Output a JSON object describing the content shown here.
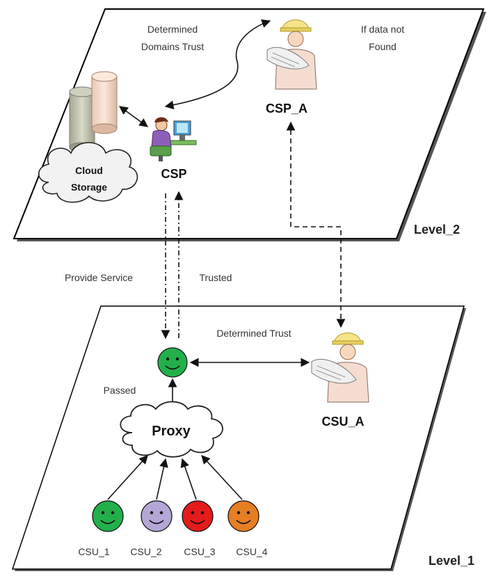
{
  "level2": {
    "label": "Level_2",
    "note_domains_trust": [
      "Determined",
      "Domains Trust"
    ],
    "note_if_not_found": [
      "If data not",
      "Found"
    ],
    "cloud_storage": [
      "Cloud",
      "Storage"
    ],
    "csp": "CSP",
    "csp_a": "CSP_A"
  },
  "between": {
    "provide_service": "Provide Service",
    "trusted": "Trusted"
  },
  "level1": {
    "label": "Level_1",
    "determined_trust": "Determined Trust",
    "passed": "Passed",
    "proxy": "Proxy",
    "csu_a": "CSU_A",
    "users": [
      {
        "label": "CSU_1",
        "color": "#22b04b"
      },
      {
        "label": "CSU_2",
        "color": "#b4a7d6"
      },
      {
        "label": "CSU_3",
        "color": "#e31b1b"
      },
      {
        "label": "CSU_4",
        "color": "#e67e22"
      }
    ],
    "gateway_color": "#22b04b"
  }
}
